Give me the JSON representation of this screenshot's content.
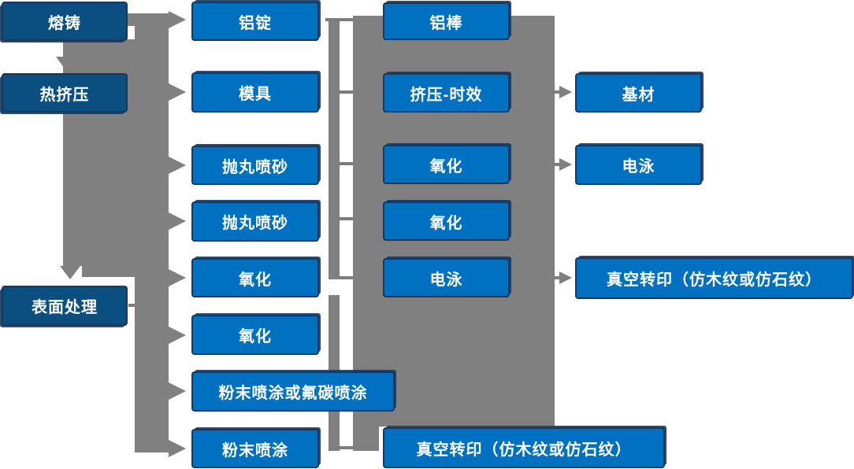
{
  "diagram": {
    "name": "aluminum-profile-process-flowchart",
    "colors": {
      "stage_box_fill": "#0B4E80",
      "process_box_fill": "#0070C0",
      "box_border": "#17375E",
      "connector_gray": "#808080",
      "text": "#FFFFFF",
      "background": "#FFFFFF"
    },
    "stages": {
      "melting": "熔铸",
      "hot_extrusion": "热挤压",
      "surface_treatment": "表面处理"
    },
    "col2": {
      "aluminum_ingot": "铝锭",
      "mold": "模具",
      "shot_blasting_1": "抛丸喷砂",
      "shot_blasting_2": "抛丸喷砂",
      "oxidation_1": "氧化",
      "oxidation_2": "氧化",
      "powder_or_fluorocarbon_spraying": "粉末喷涂或氟碳喷涂",
      "powder_spraying": "粉末喷涂"
    },
    "col3": {
      "aluminum_rod": "铝棒",
      "extrusion_aging": "挤压-时效",
      "oxidation_1": "氧化",
      "oxidation_2": "氧化",
      "electrophoresis": "电泳",
      "vacuum_transfer": "真空转印（仿木纹或仿石纹）"
    },
    "col4": {
      "base_material": "基材",
      "electrophoresis": "电泳",
      "vacuum_transfer": "真空转印（仿木纹或仿石纹）"
    },
    "arrows": [
      "熔铸→热挤压",
      "热挤压→表面处理",
      "→铝锭",
      "→模具",
      "→抛丸喷砂",
      "→抛丸喷砂",
      "→氧化",
      "→氧化",
      "→粉末喷涂或氟碳喷涂",
      "→粉末喷涂",
      "挤压-时效→基材",
      "氧化→电泳",
      "电泳→真空转印（仿木纹或仿石纹）"
    ]
  }
}
